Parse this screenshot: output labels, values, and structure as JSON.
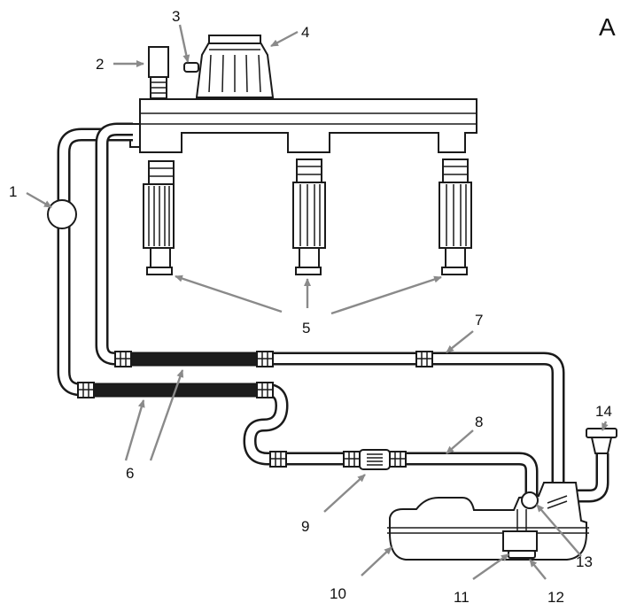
{
  "figure": {
    "panel_label": "A",
    "labels": [
      {
        "id": "1",
        "text": "1"
      },
      {
        "id": "2",
        "text": "2"
      },
      {
        "id": "3",
        "text": "3"
      },
      {
        "id": "4",
        "text": "4"
      },
      {
        "id": "5",
        "text": "5"
      },
      {
        "id": "6",
        "text": "6"
      },
      {
        "id": "7",
        "text": "7"
      },
      {
        "id": "8",
        "text": "8"
      },
      {
        "id": "9",
        "text": "9"
      },
      {
        "id": "10",
        "text": "10"
      },
      {
        "id": "11",
        "text": "11"
      },
      {
        "id": "12",
        "text": "12"
      },
      {
        "id": "13",
        "text": "13"
      },
      {
        "id": "14",
        "text": "14"
      }
    ]
  }
}
